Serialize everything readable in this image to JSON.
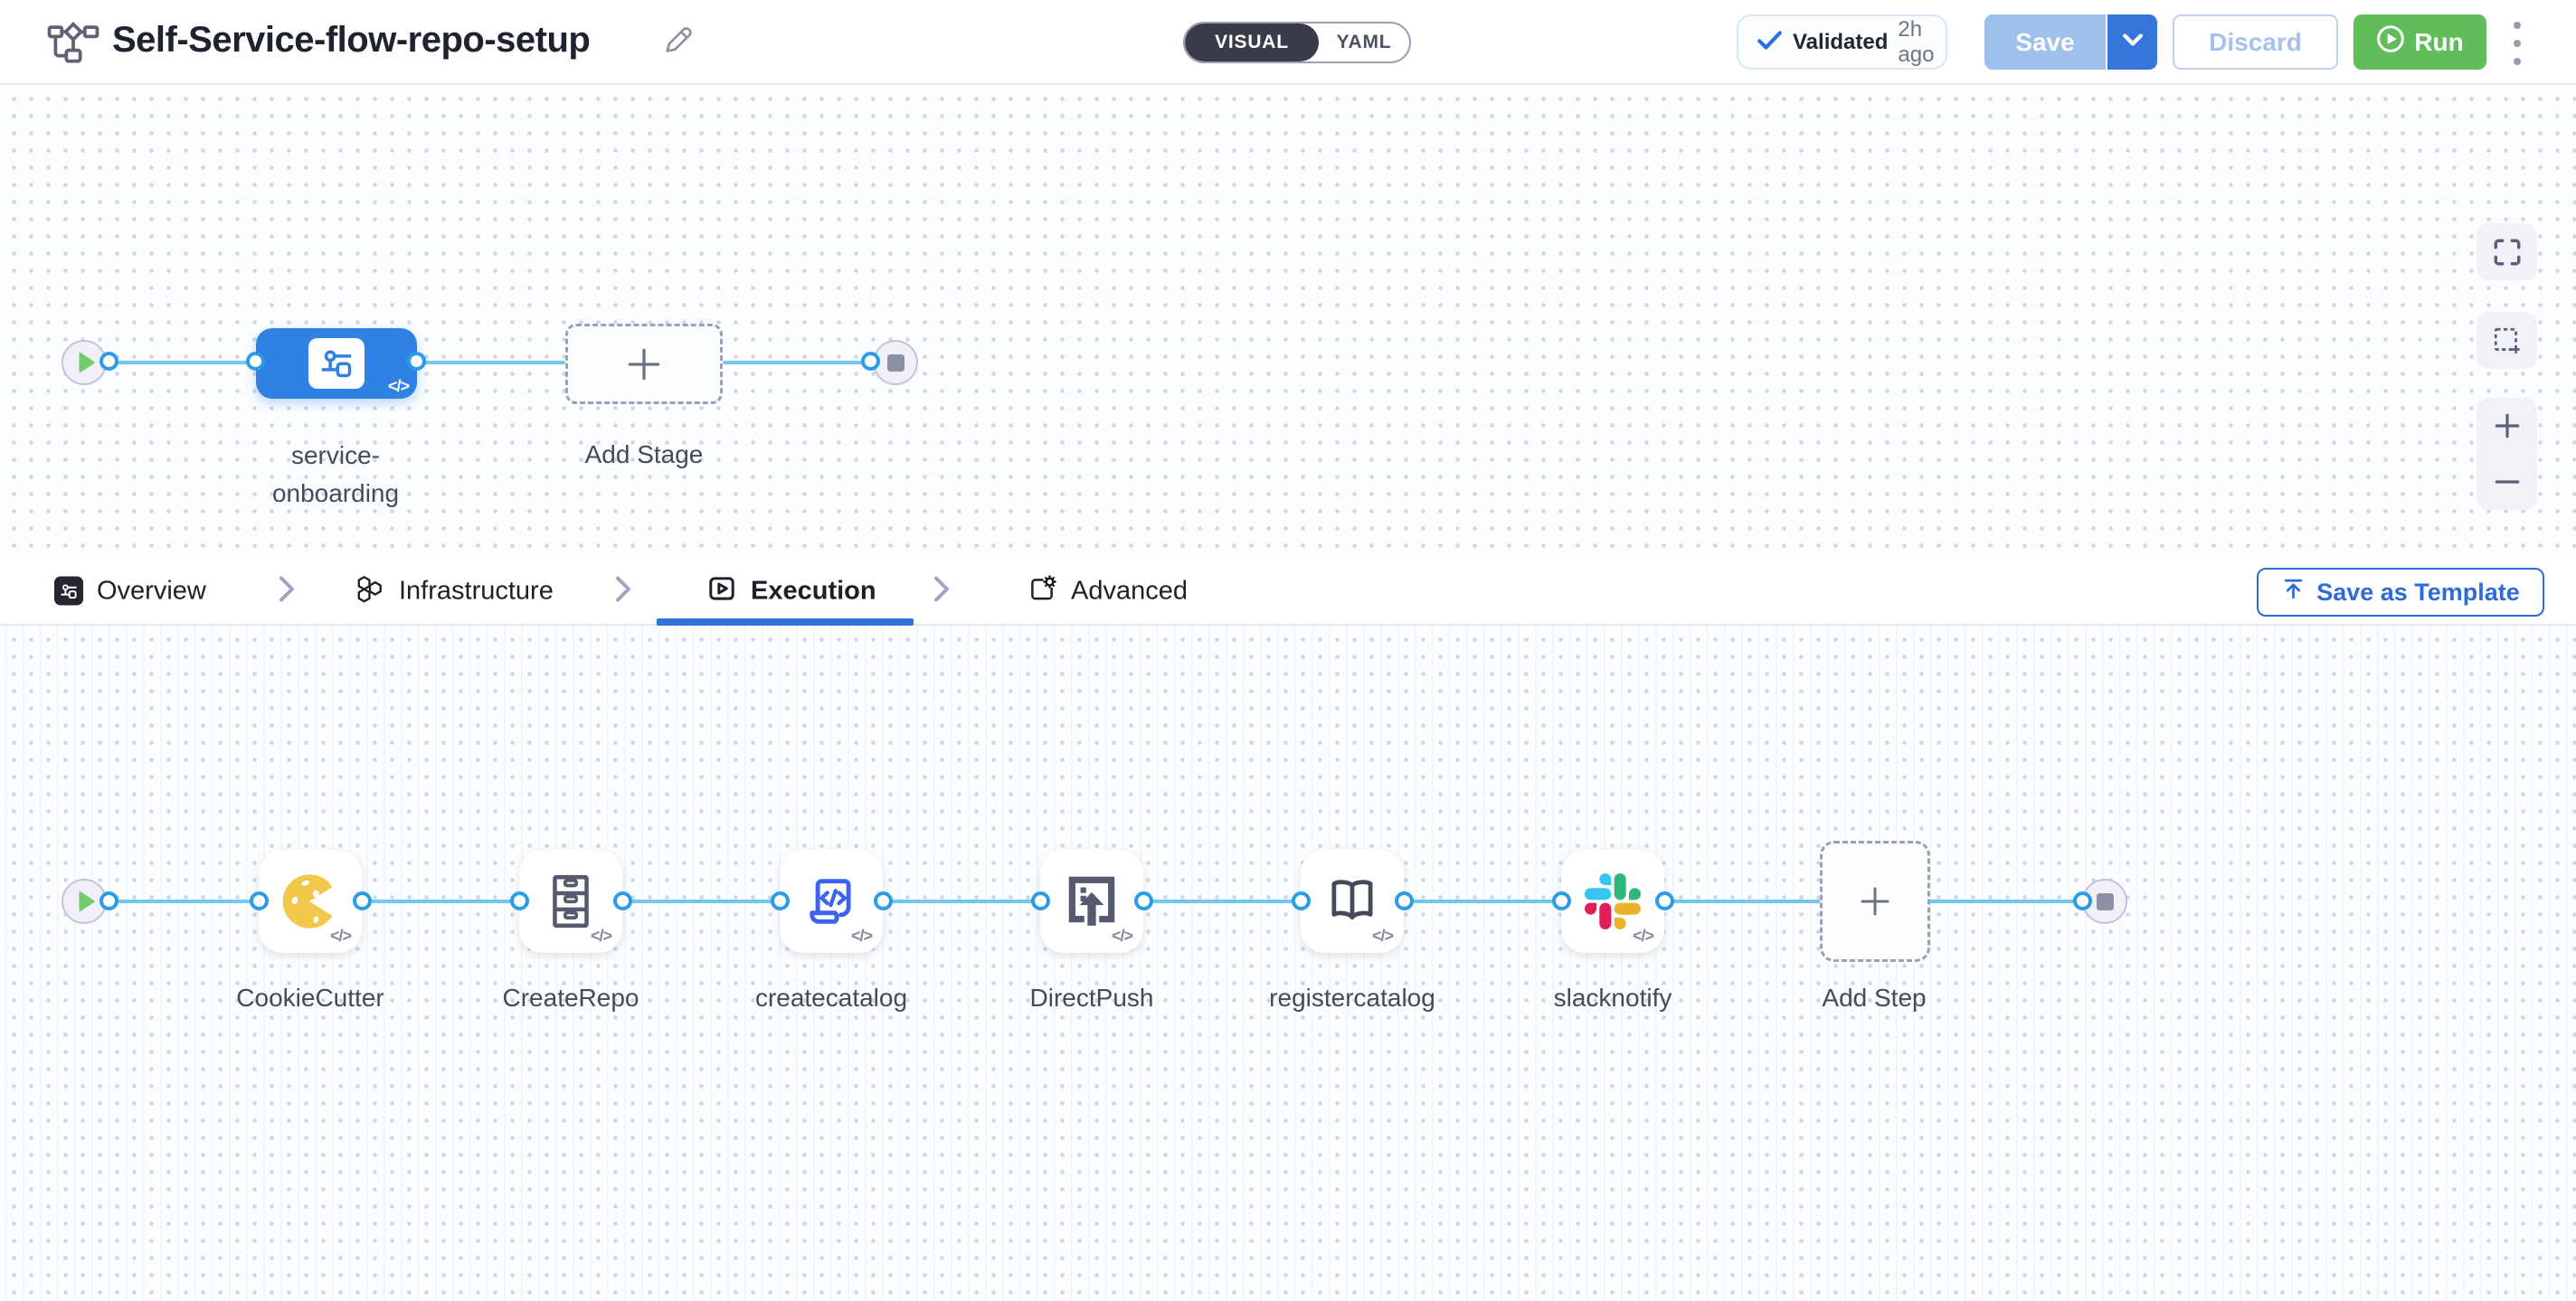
{
  "header": {
    "title": "Self-Service-flow-repo-setup",
    "mode_toggle": {
      "options": [
        "VISUAL",
        "YAML"
      ],
      "selected": "VISUAL"
    },
    "validated": {
      "label": "Validated",
      "time_ago": "2h ago"
    },
    "buttons": {
      "save": "Save",
      "discard": "Discard",
      "run": "Run"
    }
  },
  "stage_canvas": {
    "stage_name": "service-onboarding",
    "add_stage_label": "Add Stage",
    "zoom_controls": [
      "fit-view",
      "marquee-select",
      "zoom-in",
      "zoom-out"
    ]
  },
  "tabs": {
    "items": [
      {
        "label": "Overview",
        "icon": "overview-stage-icon",
        "active": false
      },
      {
        "label": "Infrastructure",
        "icon": "infrastructure-hexagons-icon",
        "active": false
      },
      {
        "label": "Execution",
        "icon": "execution-play-icon",
        "active": true
      },
      {
        "label": "Advanced",
        "icon": "advanced-gear-icon",
        "active": false
      }
    ],
    "save_as_template": "Save as Template"
  },
  "execution_canvas": {
    "steps": [
      {
        "name": "CookieCutter",
        "icon": "cookiecutter-icon"
      },
      {
        "name": "CreateRepo",
        "icon": "drawer-cabinet-icon"
      },
      {
        "name": "createcatalog",
        "icon": "code-scroll-icon"
      },
      {
        "name": "DirectPush",
        "icon": "push-upload-icon"
      },
      {
        "name": "registercatalog",
        "icon": "open-book-icon"
      },
      {
        "name": "slacknotify",
        "icon": "slack-icon"
      }
    ],
    "add_step_label": "Add Step"
  },
  "canvas_common": {
    "code_badge": "</>"
  },
  "colors": {
    "accent_blue": "#2f82e4",
    "edge_blue": "#74c6f3",
    "port_blue": "#2b9ce8",
    "run_green": "#61bc5b",
    "save_disabled_blue": "#9dc0ec",
    "save_caret_blue": "#3576da",
    "discard_blue": "#a7c0f0",
    "template_blue": "#2e6bd6",
    "toggle_dark": "#3a3b48",
    "tab_underline_blue": "#3173d8",
    "start_play_green": "#74cb6d",
    "end_square_gray": "#8e90a6",
    "cookie_yellow": "#f2c84a",
    "icon_slate": "#565a6e",
    "script_blue": "#3d62f0",
    "slack_blue": "#36C5F0",
    "slack_green": "#2EB67D",
    "slack_red": "#E01E5A",
    "slack_yellow": "#ECB22C"
  }
}
